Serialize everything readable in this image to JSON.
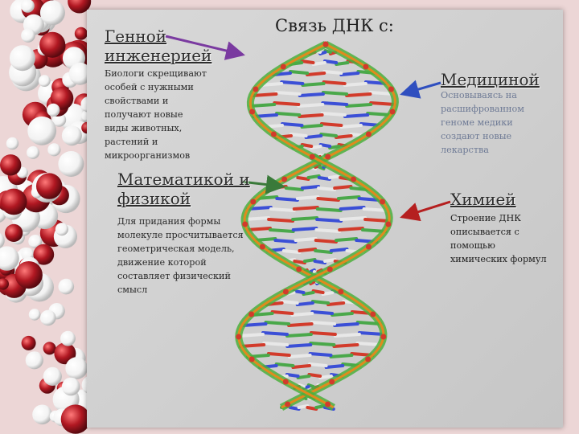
{
  "slide": {
    "title": "Связь ДНК с:",
    "genetic": {
      "heading_line1": "Генной",
      "heading_line2": "инженерией",
      "text": [
        "Биологи скрещивают",
        "особей с нужными",
        "свойствами и",
        "получают новые",
        "виды животных,",
        "растений и",
        "микроорганизмов"
      ]
    },
    "math": {
      "heading_line1": "Математикой и",
      "heading_line2": "физикой",
      "text": [
        "Для придания формы",
        "молекуле просчитывается",
        "геометрическая модель,",
        "движение которой",
        "составляет физический",
        "смысл"
      ]
    },
    "medicine": {
      "heading": "Медициной",
      "text": [
        "Основываясь на",
        "расшифрованном",
        "геноме медики",
        "создают новые",
        "лекарства"
      ]
    },
    "chemistry": {
      "heading": "Химией",
      "text": [
        "Строение ДНК",
        "описывается с",
        "помощью",
        "химических формул"
      ]
    }
  },
  "colors": {
    "genetic_arrow": "#7a3aa0",
    "medicine_arrow": "#2f4fbf",
    "math_arrow": "#3a7a3a",
    "chemistry_arrow": "#b51f1f",
    "background_ball_red": "#b11822",
    "background_ball_white": "#f2f2f2"
  }
}
